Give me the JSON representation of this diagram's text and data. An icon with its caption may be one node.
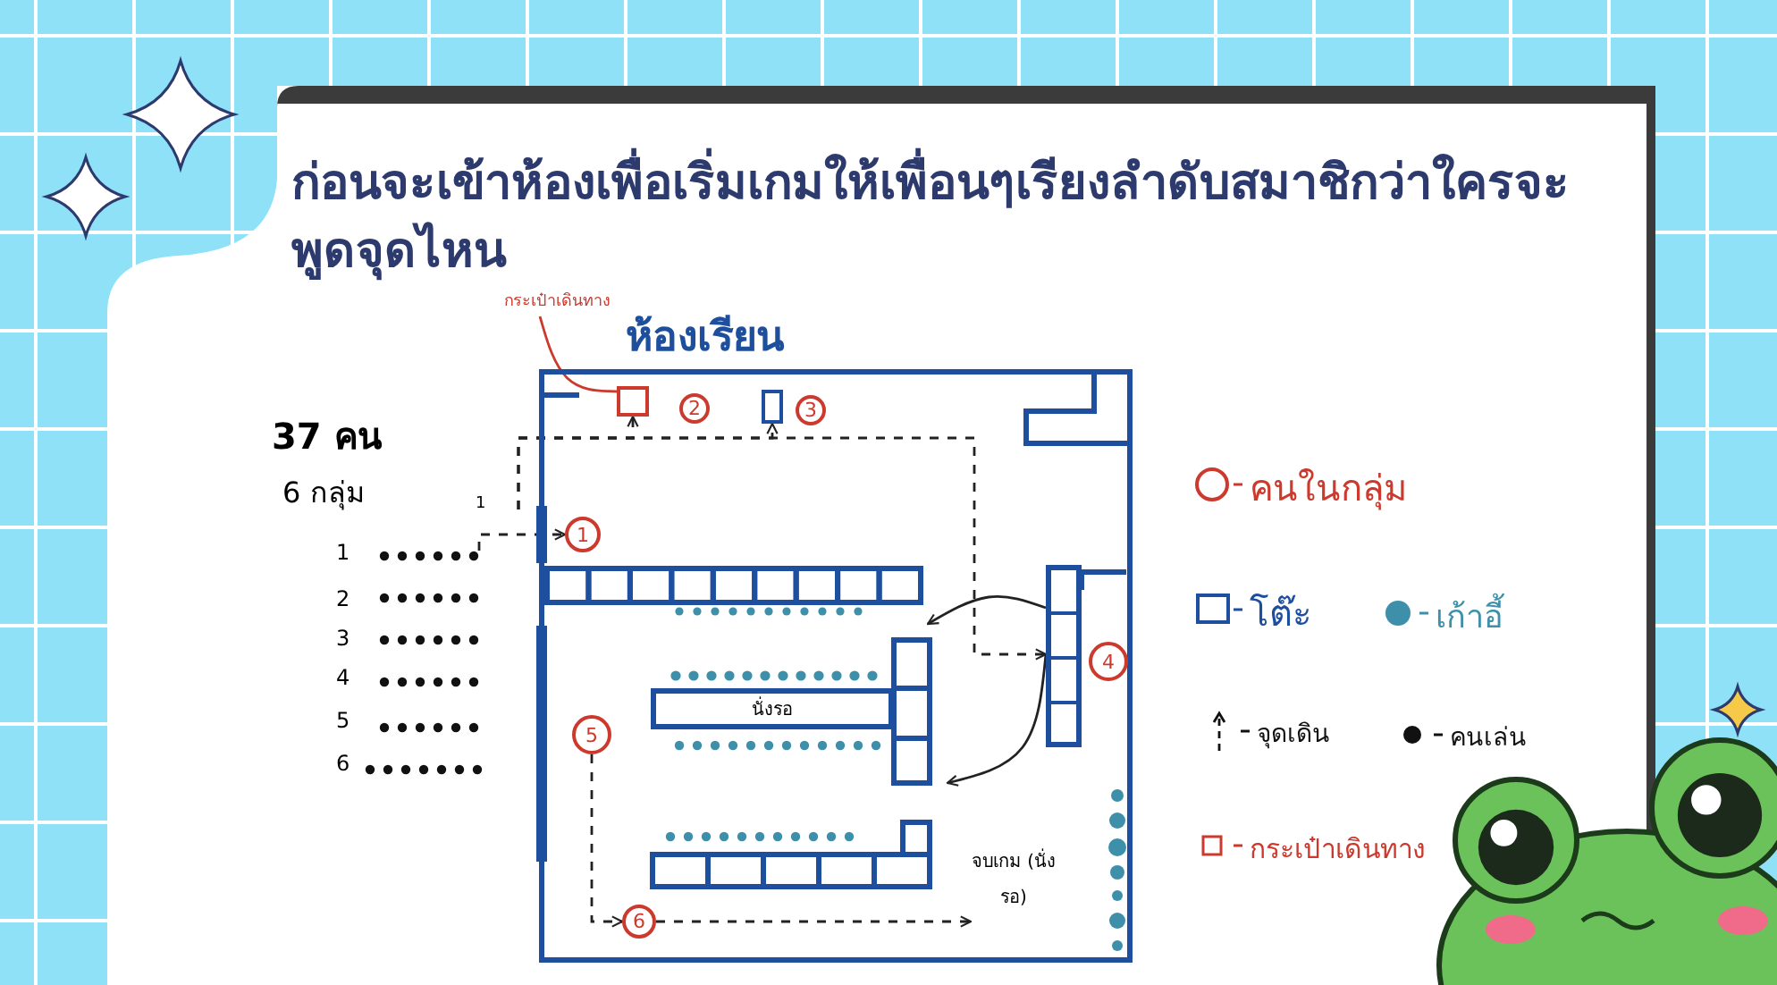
{
  "diagram": {
    "title": "ก่อนจะเข้าห้องเพื่อเริ่มเกมให้เพื่อนๆเรียงลำดับสมาชิกว่าใครจะพูดจุดไหน",
    "nodes": [
      {
        "text": [
          "กระเป๋าเดินทาง"
        ]
      },
      {
        "text": [
          "ห้องเรียน"
        ]
      },
      {
        "text": [],
        "shape": "box",
        "in": 1
      },
      {
        "text": [
          "2"
        ],
        "in": 1
      },
      {
        "text": [],
        "shape": "box",
        "in": 1
      },
      {
        "text": [
          "3"
        ],
        "in": 1
      },
      {
        "text": [
          "1"
        ],
        "in": 1
      },
      {
        "text": [],
        "shape": "box",
        "in": 1
      },
      {
        "text": [
          "4"
        ],
        "in": 1
      },
      {
        "text": [
          "นั่งรอ"
        ],
        "in": 1
      },
      {
        "text": [
          "5"
        ],
        "in": 1
      },
      {
        "text": [
          "จบเกม (นั่งรอ)"
        ],
        "in": 1
      },
      {
        "text": [
          "6"
        ],
        "in": 1
      }
    ],
    "edges": [
      {
        "from": 0,
        "to": 2,
        "arrow": "none",
        "color": "#cc3a2e"
      },
      {
        "from": null,
        "to": 6,
        "arrow": "to",
        "style": "dashed"
      },
      {
        "from": null,
        "to": 2,
        "arrow": "to",
        "style": "dashed"
      },
      {
        "from": null,
        "to": 4,
        "arrow": "to",
        "style": "dashed"
      },
      {
        "from": null,
        "to": 7,
        "arrow": "to",
        "style": "dashed"
      },
      {
        "from": 7,
        "to": null,
        "arrow": "to"
      },
      {
        "from": 7,
        "to": null,
        "arrow": "to"
      },
      {
        "from": 10,
        "to": 12,
        "arrow": "to",
        "style": "dashed"
      },
      {
        "from": 12,
        "to": 11,
        "arrow": "to",
        "style": "dashed"
      }
    ],
    "labels": [
      "37 คน",
      "6 กลุ่ม",
      "1",
      "1",
      "2",
      "3",
      "4",
      "5",
      "6"
    ],
    "legend": [
      {
        "text": "คนในกลุ่ม"
      },
      {
        "text": "โต๊ะ"
      },
      {
        "text": "เก้าอี้",
        "color": "#3e8fa9"
      },
      {
        "text": "จุดเดิน"
      },
      {
        "text": "คนเล่น",
        "color": "#111111"
      },
      {
        "text": "กระเป๋าเดินทาง"
      }
    ]
  }
}
